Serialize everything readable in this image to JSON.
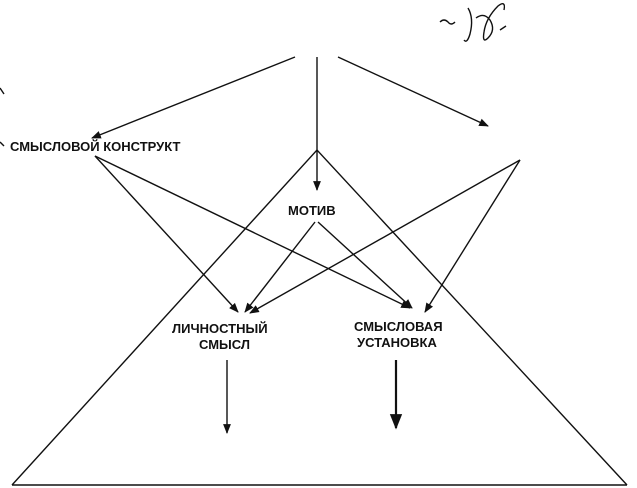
{
  "colors": {
    "ink": "#111111",
    "background": "#ffffff"
  },
  "labels": {
    "construct": "СМЫСЛОВОЙ КОНСТРУКТ",
    "motive": "МОТИВ",
    "personal_meaning_line1": "ЛИЧНОСТНЫЙ",
    "personal_meaning_line2": "СМЫСЛ",
    "meaning_set_line1": "СМЫСЛОВАЯ",
    "meaning_set_line2": "УСТАНОВКА"
  }
}
